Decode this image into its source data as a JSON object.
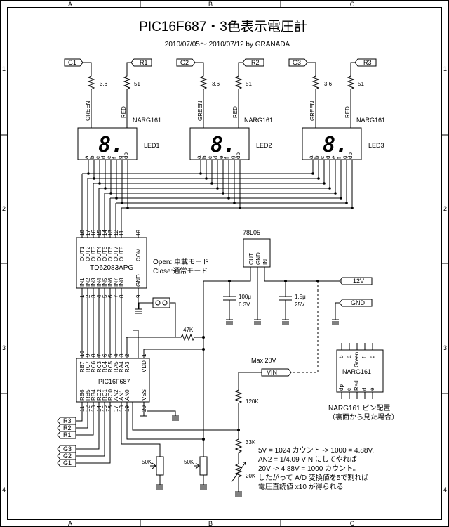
{
  "title": "PIC16F687・3色表示電圧計",
  "subtitle": "2010/07/05～ 2010/07/12 by GRANADA",
  "grid": {
    "cols": [
      "A",
      "B",
      "C"
    ],
    "rows": [
      "1",
      "2",
      "3",
      "4"
    ]
  },
  "ports": {
    "g1": "G1",
    "r1": "R1",
    "g2": "G2",
    "r2": "R2",
    "g3": "G3",
    "r3": "R3",
    "v12": "12V",
    "gnd": "GND",
    "vin": "VIN"
  },
  "resistors": {
    "green": "3.6",
    "red": "51",
    "r47k": "47K",
    "r120k": "120K",
    "r33k": "33K",
    "r20k": "20K",
    "pot1": "50K",
    "pot2": "50K"
  },
  "led": {
    "part": "NARG161",
    "names": [
      "LED1",
      "LED2",
      "LED3"
    ],
    "green_label": "GREEN",
    "red_label": "RED",
    "seg_char": "8.",
    "pins": [
      "a",
      "b",
      "c",
      "d",
      "e",
      "f",
      "g",
      "dp"
    ]
  },
  "driver": {
    "name": "TD62083APG",
    "out_pins": [
      "OUT1",
      "OUT2",
      "OUT3",
      "OUT4",
      "OUT5",
      "OUT6",
      "OUT7",
      "OUT8",
      "COM"
    ],
    "out_nums": [
      "18",
      "17",
      "16",
      "15",
      "14",
      "13",
      "12",
      "11",
      "10"
    ],
    "in_pins": [
      "IN1",
      "IN2",
      "IN3",
      "IN4",
      "IN5",
      "IN6",
      "IN7",
      "IN8",
      "GND"
    ],
    "in_nums": [
      "1",
      "2",
      "3",
      "4",
      "5",
      "6",
      "7",
      "8",
      "9"
    ]
  },
  "regulator": {
    "name": "78L05",
    "pins": [
      "OUT",
      "GND",
      "IN"
    ]
  },
  "caps": {
    "c1": "100μ",
    "c1v": "6.3V",
    "c2": "1.5μ",
    "c2v": "25V"
  },
  "mode_note": {
    "open": "Open: 車載モード",
    "close": "Close:通常モード"
  },
  "mcu": {
    "name": "PIC16F687",
    "top_pins": [
      "RB7",
      "RC7",
      "RC6",
      "RC3",
      "RC4",
      "RC5",
      "RA5",
      "RA4",
      "RA3",
      "VDD"
    ],
    "top_nums": [
      "10",
      "9",
      "8",
      "7",
      "6",
      "5",
      "4",
      "3",
      "2",
      "1"
    ],
    "bot_pins": [
      "RB6",
      "RB5",
      "RB4",
      "RC2",
      "RC1",
      "RC0",
      "AN2",
      "AN1",
      "AN0",
      "VSS"
    ],
    "bot_nums": [
      "11",
      "12",
      "13",
      "14",
      "15",
      "16",
      "17",
      "18",
      "19",
      "20"
    ]
  },
  "max_label": "Max 20V",
  "pinout": {
    "title": "NARG161",
    "caption1": "NARG161 ピン配置",
    "caption2": "（裏面から見た場合）",
    "top": [
      "b",
      "a",
      "Green",
      "f",
      "g"
    ],
    "bottom": [
      "dp",
      "c",
      "Red",
      "d",
      "e"
    ]
  },
  "notes": [
    "5V = 1024 カウント -> 1000 = 4.88V,",
    "AN2 = 1/4.09 VIN にしてやれば",
    "20V -> 4.88V = 1000 カウント。",
    "したがって A/D 変換値を5で割れば",
    "電圧直読値 x10 が得られる"
  ]
}
